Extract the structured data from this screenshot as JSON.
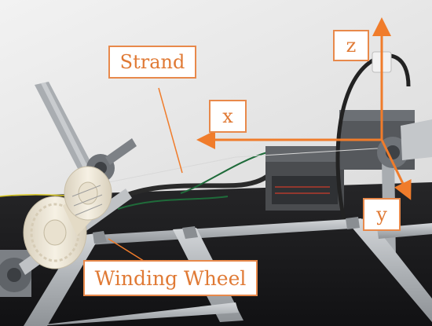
{
  "annotations": {
    "strand": "Strand",
    "x_axis": "x",
    "y_axis": "y",
    "z_axis": "z",
    "winding_wheel": "Winding Wheel"
  },
  "colors": {
    "annotation_orange": "#e8894b",
    "label_text": "#e07a35",
    "wall": "#ececec",
    "table_top": "#1b1b1d",
    "aluminum_frame": "#b9bcbf",
    "winding_wheel": "#efe8d8"
  }
}
